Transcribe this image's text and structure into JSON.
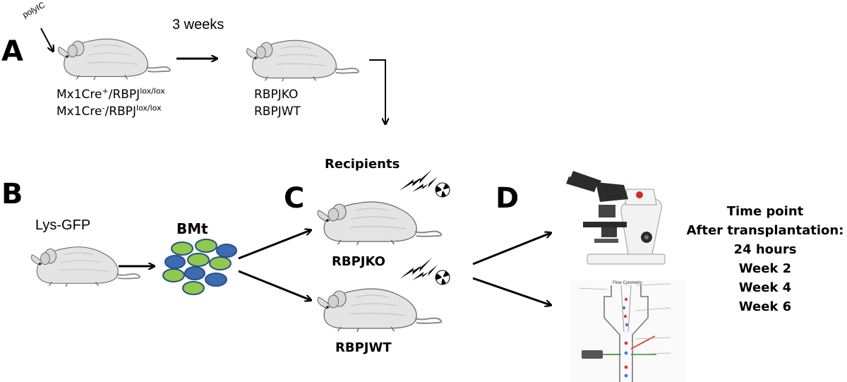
{
  "panels": {
    "a": "A",
    "b": "B",
    "c": "C",
    "d": "D"
  },
  "section_a": {
    "treatment": "polyIC",
    "time_label": "3 weeks",
    "genotype_1": {
      "base": "Mx1Cre",
      "sup1": "+",
      "mid": "/RBPJ",
      "sup2": "lox/lox"
    },
    "genotype_2": {
      "base": "Mx1Cre",
      "sup1": "-",
      "mid": "/RBPJ",
      "sup2": "lox/lox"
    },
    "result_1": "RBPJKO",
    "result_2": "RBPJWT"
  },
  "section_b": {
    "donor": "Lys-GFP",
    "transplant": "BMt"
  },
  "section_c": {
    "title": "Recipients",
    "ko": "RBPJKO",
    "wt": "RBPJWT"
  },
  "section_d": {
    "timepoints": [
      "Time point",
      "After transplantation:",
      "24 hours",
      "Week 2",
      "Week 4",
      "Week 6"
    ],
    "flow_title": "Flow Cytometry"
  },
  "colors": {
    "cell_green": "#8fca4c",
    "cell_blue": "#3d6bb0",
    "cell_outline": "#2a4f8a",
    "mouse_fill": "#e4e4e4",
    "mouse_stroke": "#666666",
    "microscope_body": "#f2f2f2",
    "microscope_dark": "#2b2b2b",
    "microscope_accent": "#d42a2a"
  },
  "icons": [
    "mouse-icon",
    "lightning-icon",
    "radiation-icon",
    "microscope-icon",
    "flow-cytometer-icon"
  ]
}
